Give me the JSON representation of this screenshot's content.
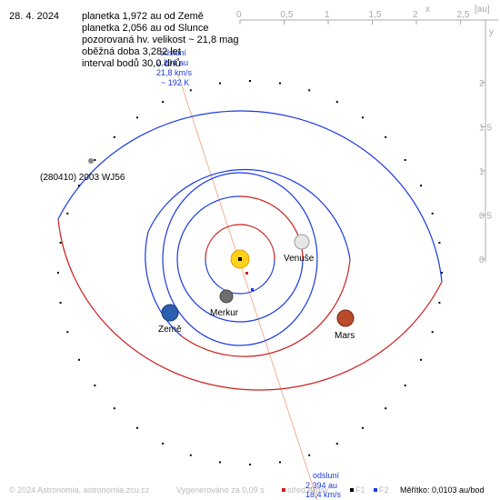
{
  "date": "28. 4. 2024",
  "info_lines": [
    "planetka 1,972 au od Země",
    "planetka 2,056 au od Slunce",
    "pozorovaná hv. velikost ~ 21,8 mag",
    "oběžná doba 3,282 let",
    "interval bodů 30,0 dnů"
  ],
  "axes": {
    "x_ticks": [
      "0",
      "0,5",
      "1",
      "1,5",
      "2",
      "2,5"
    ],
    "x_unit": "x",
    "au_unit": "[au]",
    "y_ticks": [
      "2",
      "1,5",
      "1",
      "0,5",
      "0"
    ],
    "y_top": "y"
  },
  "planets": {
    "venus": "Venuše",
    "mercury": "Merkur",
    "earth": "Země",
    "mars": "Mars"
  },
  "asteroid_name": "(280410) 2003 WJ56",
  "aphelion": {
    "label": "odsluní",
    "distance": "2,394 au",
    "speed": "21,8 km/s",
    "temp": "~ 192 K"
  },
  "perihelion": {
    "label": "odsluní",
    "distance": "2,394 au",
    "speed": "18,4 km/s"
  },
  "footer": {
    "copyright": "© 2024 Astronomia, astronomia.zcu.cz",
    "generated": "Vygenerováno za 0,09 s",
    "legend_center": "střed elipsy",
    "legend_f1": "F1",
    "legend_f2": "F2",
    "scale": "Měřítko: 0,0103 au/bod"
  },
  "colors": {
    "orbit_blue": "#1a3adf",
    "orbit_red": "#cc1f1f",
    "axis": "#aaaaaa",
    "sun": "#ffd21a",
    "asteroid_line": "#f0b090"
  }
}
